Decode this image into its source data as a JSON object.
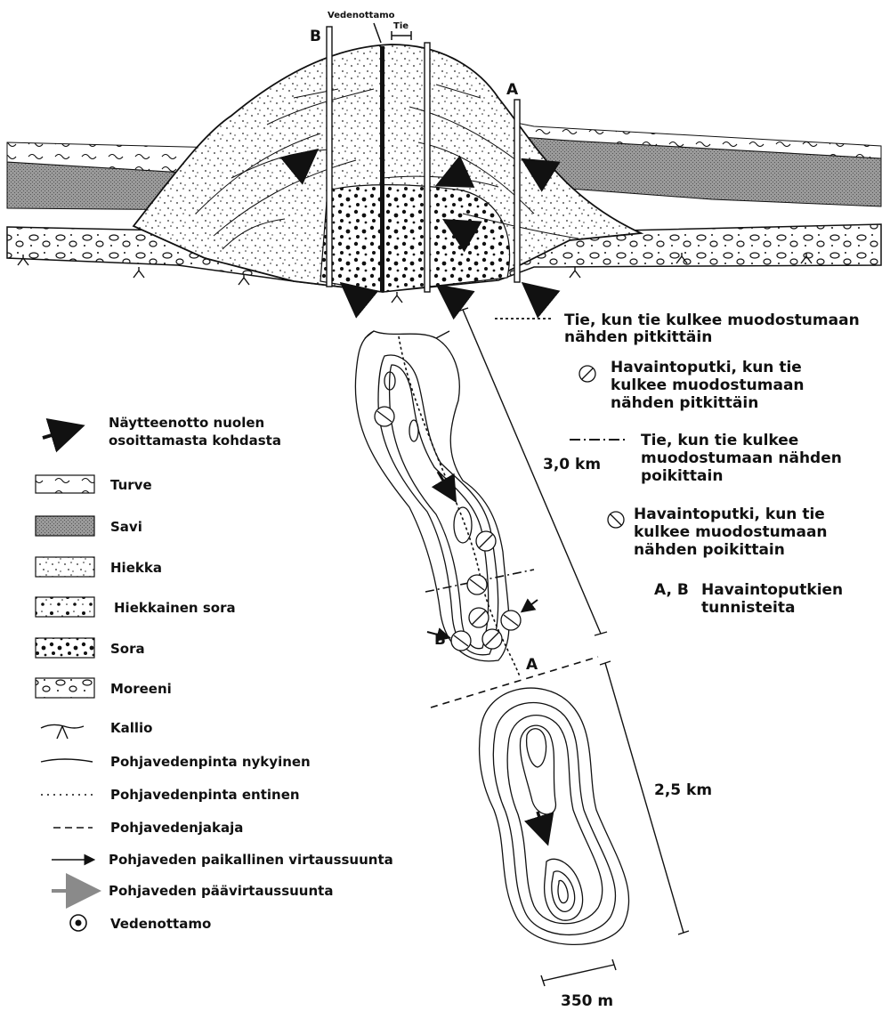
{
  "cross_section": {
    "top_label_intake": "Vedenottamo",
    "top_label_road": "Tie",
    "label_b": "B",
    "label_a": "A"
  },
  "scale": {
    "upper_length": "3,0 km",
    "lower_length": "2,5 km",
    "bar_length": "350 m"
  },
  "map": {
    "label_b": "B",
    "label_a": "A"
  },
  "right_legend": [
    {
      "name": "road-longitudinal",
      "lines": [
        "Tie, kun tie kulkee muodostumaan",
        "nähden pitkittäin"
      ]
    },
    {
      "name": "tube-longitudinal",
      "lines": [
        "Havaintoputki, kun tie",
        "kulkee muodostumaan",
        "nähden pitkittäin"
      ]
    },
    {
      "name": "road-transverse",
      "lines": [
        "Tie, kun tie kulkee",
        "muodostumaan nähden",
        "poikittain"
      ]
    },
    {
      "name": "tube-transverse",
      "lines": [
        "Havaintoputki, kun tie",
        "kulkee muodostumaan",
        "nähden poikittain"
      ]
    }
  ],
  "ids_legend": {
    "key": "A, B",
    "lines": [
      "Havaintoputkien",
      "tunnisteita"
    ]
  },
  "left_legend": [
    {
      "name": "sampling-arrow",
      "lines": [
        "Näytteenotto nuolen",
        "osoittamasta kohdasta"
      ]
    },
    {
      "name": "peat",
      "lines": [
        "Turve"
      ]
    },
    {
      "name": "clay",
      "lines": [
        "Savi"
      ]
    },
    {
      "name": "sand",
      "lines": [
        "Hiekka"
      ]
    },
    {
      "name": "sandy-gravel",
      "lines": [
        "Hiekkainen sora"
      ]
    },
    {
      "name": "gravel",
      "lines": [
        "Sora"
      ]
    },
    {
      "name": "moraine",
      "lines": [
        "Moreeni"
      ]
    },
    {
      "name": "bedrock",
      "lines": [
        "Kallio"
      ]
    },
    {
      "name": "gw-current",
      "lines": [
        "Pohjavedenpinta nykyinen"
      ]
    },
    {
      "name": "gw-former",
      "lines": [
        "Pohjavedenpinta entinen"
      ]
    },
    {
      "name": "gw-divide",
      "lines": [
        "Pohjavedenjakaja"
      ]
    },
    {
      "name": "local-flow",
      "lines": [
        "Pohjaveden paikallinen virtaussuunta"
      ]
    },
    {
      "name": "main-flow",
      "lines": [
        "Pohjaveden päävirtaussuunta"
      ]
    },
    {
      "name": "water-intake",
      "lines": [
        "Vedenottamo"
      ]
    }
  ],
  "colors": {
    "ink": "#111111",
    "clay_fill": "#9a9a9a",
    "main_flow_arrow": "#8a8a8a",
    "paper": "#ffffff"
  }
}
